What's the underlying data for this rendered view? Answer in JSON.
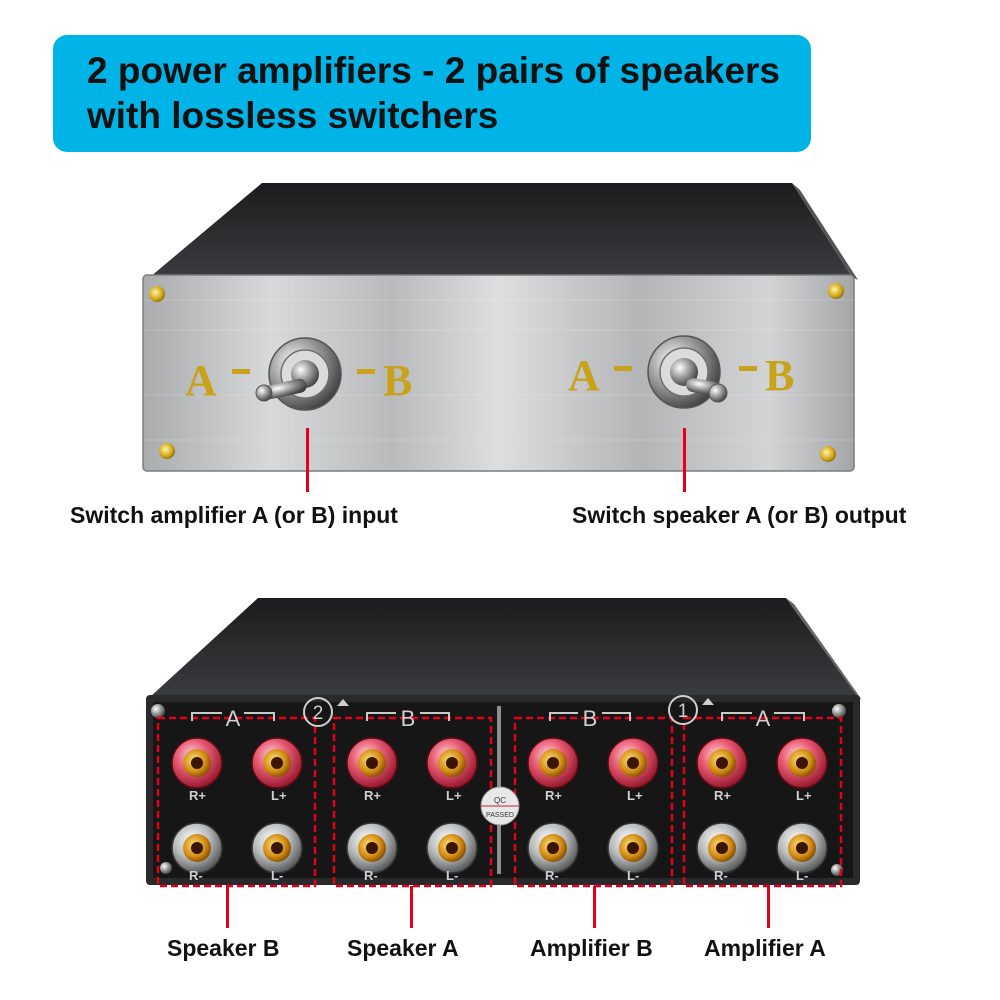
{
  "banner": {
    "line1": "2 power amplifiers - 2 pairs of speakers",
    "line2": "with lossless switchers"
  },
  "front_panel": {
    "switch_left_labels": {
      "a": "A",
      "b": "B"
    },
    "switch_right_labels": {
      "a": "A",
      "b": "B"
    },
    "caption_left": "Switch amplifier A (or B) input",
    "caption_right": "Switch speaker A (or B) output"
  },
  "rear_panel": {
    "group_numbers": [
      "2",
      "1"
    ],
    "group_letters": [
      "A",
      "B",
      "B",
      "A"
    ],
    "terminal_labels": {
      "r_plus": "R+",
      "l_plus": "L+",
      "r_minus": "R-",
      "l_minus": "L-"
    },
    "qc_badge": {
      "top": "QC",
      "bottom": "PASSED"
    },
    "captions": [
      "Speaker B",
      "Speaker A",
      "Amplifier B",
      "Amplifier A"
    ]
  },
  "colors": {
    "banner": "#00b4e8",
    "pointer_red": "#e4001b",
    "gold_text": "#c9a21c",
    "panel_black": "#161616",
    "enclosure_dark": "#2a2a2c"
  }
}
